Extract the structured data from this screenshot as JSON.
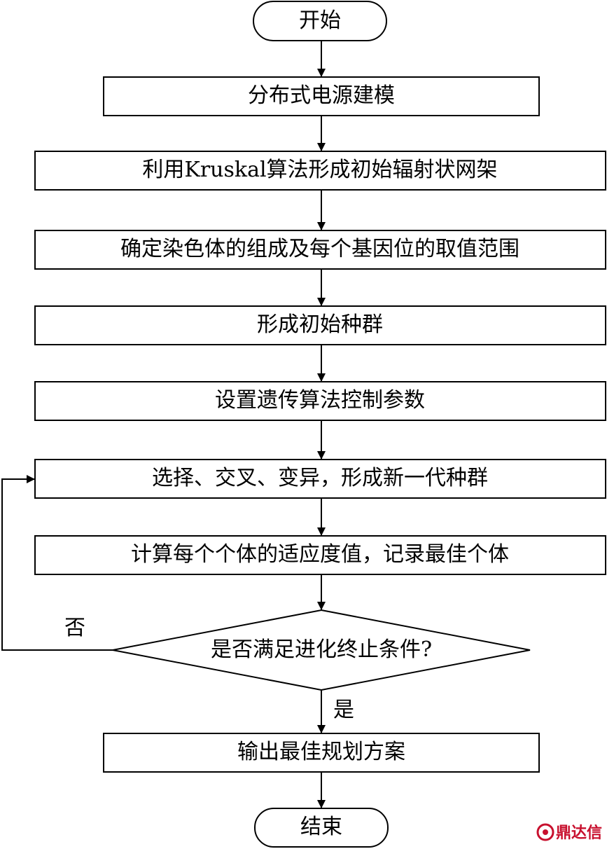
{
  "flowchart": {
    "start": "开始",
    "steps": [
      "分布式电源建模",
      "利用Kruskal算法形成初始辐射状网架",
      "确定染色体的组成及每个基因位的取值范围",
      "形成初始种群",
      "设置遗传算法控制参数",
      "选择、交叉、变异，形成新一代种群",
      "计算每个个体的适应度值，记录最佳个体"
    ],
    "decision": "是否满足进化终止条件?",
    "yes_label": "是",
    "no_label": "否",
    "output": "输出最佳规划方案",
    "end": "结束"
  },
  "watermark": {
    "brand": "鼎达信",
    "color": "#c8102e"
  }
}
